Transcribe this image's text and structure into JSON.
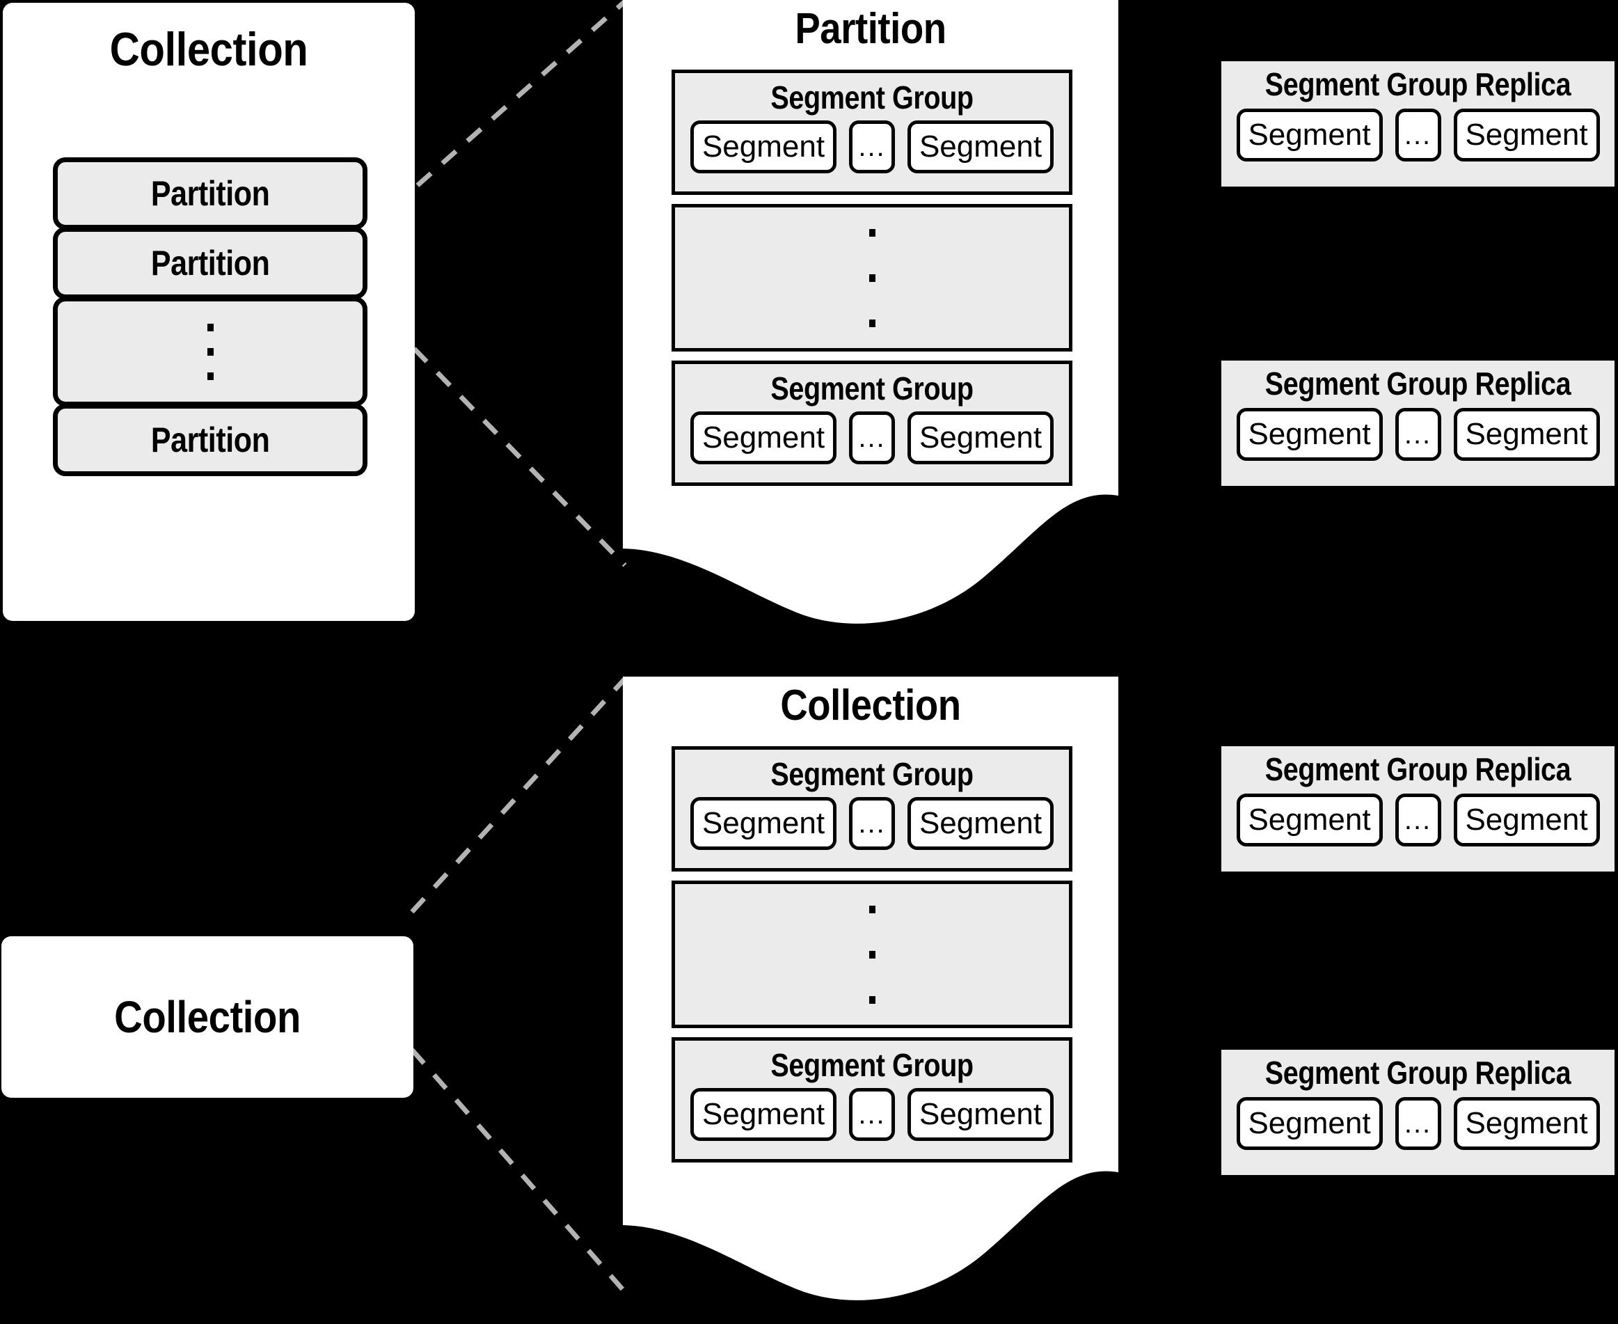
{
  "diagram": {
    "background_color": "#000000",
    "panel_fill": "#ffffff",
    "box_fill": "#ebebeb",
    "stroke_color": "#000000",
    "connector_color": "#b3b3b3"
  },
  "left_collection": {
    "title": "Collection",
    "partitions": [
      {
        "label": "Partition",
        "kind": "item"
      },
      {
        "label": "Partition",
        "kind": "item"
      },
      {
        "label": "",
        "kind": "ellipsis"
      },
      {
        "label": "Partition",
        "kind": "item"
      }
    ]
  },
  "partition_panel": {
    "title": "Partition",
    "groups": [
      {
        "title": "Segment Group",
        "segments": [
          "Segment",
          "...",
          "Segment"
        ]
      },
      {
        "title": "",
        "kind": "ellipsis"
      },
      {
        "title": "Segment Group",
        "segments": [
          "Segment",
          "...",
          "Segment"
        ]
      }
    ]
  },
  "partition_replicas": [
    {
      "title": "Segment Group Replica",
      "segments": [
        "Segment",
        "...",
        "Segment"
      ]
    },
    {
      "title": "Segment Group Replica",
      "segments": [
        "Segment",
        "...",
        "Segment"
      ]
    }
  ],
  "bottom_collection_box": {
    "title": "Collection"
  },
  "collection_panel": {
    "title": "Collection",
    "groups": [
      {
        "title": "Segment Group",
        "segments": [
          "Segment",
          "...",
          "Segment"
        ]
      },
      {
        "title": "",
        "kind": "ellipsis"
      },
      {
        "title": "Segment Group",
        "segments": [
          "Segment",
          "...",
          "Segment"
        ]
      }
    ]
  },
  "collection_replicas": [
    {
      "title": "Segment Group Replica",
      "segments": [
        "Segment",
        "...",
        "Segment"
      ]
    },
    {
      "title": "Segment Group Replica",
      "segments": [
        "Segment",
        "...",
        "Segment"
      ]
    }
  ]
}
